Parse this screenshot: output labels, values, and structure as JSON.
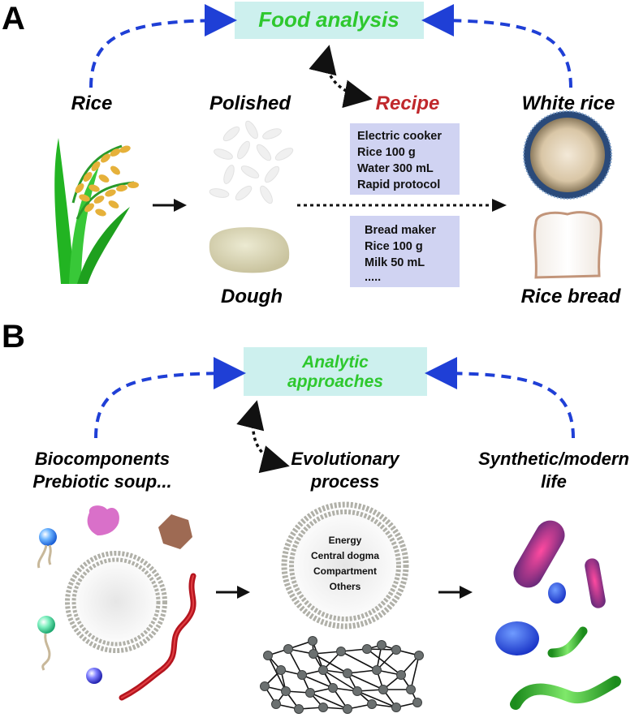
{
  "panel_a": {
    "letter": "A",
    "center_box": "Food analysis",
    "recipe": "Recipe",
    "rice": "Rice",
    "polished": "Polished",
    "dough": "Dough",
    "white_rice": "White rice",
    "rice_bread": "Rice bread",
    "cooker_recipe": [
      "Electric cooker",
      "Rice 100 g",
      "Water 300 mL",
      "Rapid protocol"
    ],
    "bread_recipe": [
      "Bread maker",
      "Rice 100 g",
      "Milk 50 mL",
      "....."
    ]
  },
  "panel_b": {
    "letter": "B",
    "center_box": [
      "Analytic",
      "approaches"
    ],
    "left_label": [
      "Biocomponents",
      "Prebiotic soup..."
    ],
    "mid_label": [
      "Evolutionary",
      "process"
    ],
    "right_label": [
      "Synthetic/modern",
      "life"
    ],
    "cell_items": [
      "Energy",
      "Central dogma",
      "Compartment",
      "Others"
    ]
  },
  "colors": {
    "green_text": "#2ec82e",
    "red_text": "#c0282c",
    "box_cyan": "#cdf0ee",
    "recipe_box": "#d0d3f2",
    "dash_blue": "#1f3fd6"
  }
}
